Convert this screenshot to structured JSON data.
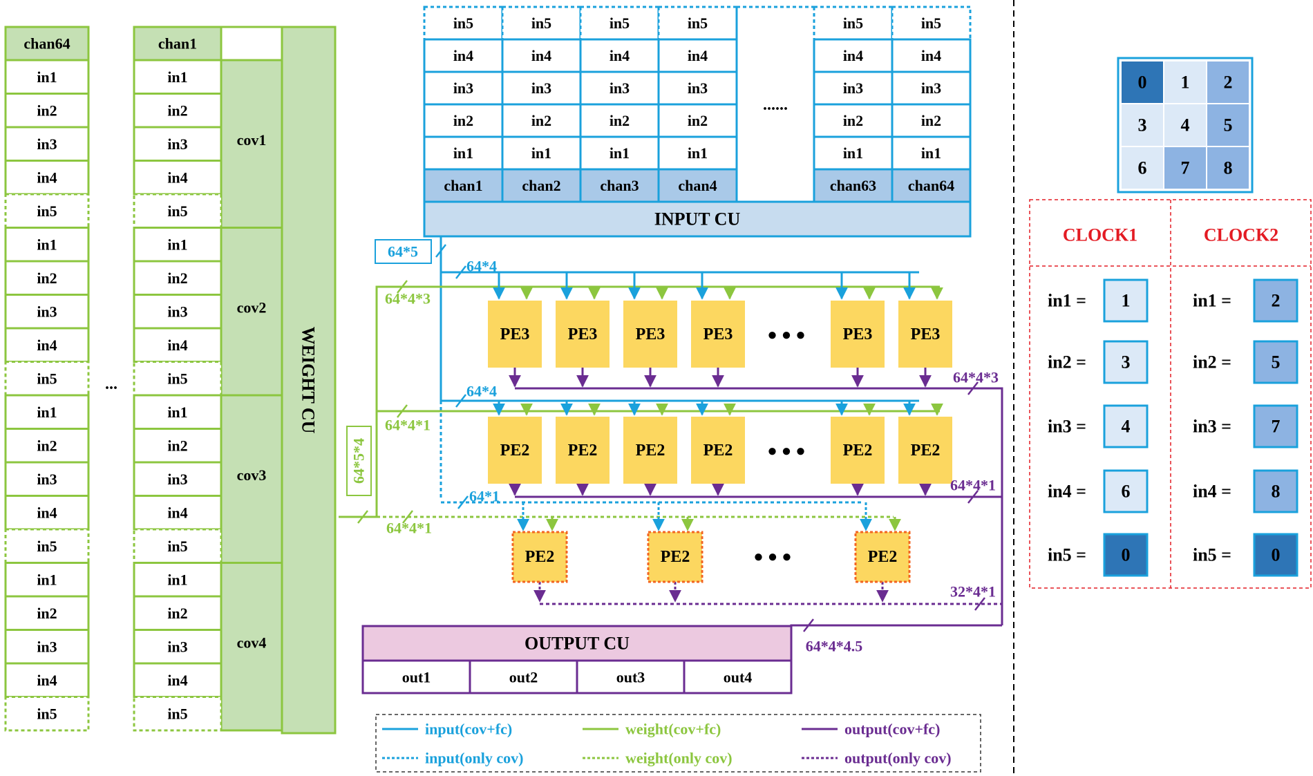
{
  "colors": {
    "input": "#1aa1dc",
    "weight": "#8cc63f",
    "output": "#6a2c91",
    "pe_fill": "#fcd760",
    "pe_dashed_border": "#f26522",
    "input_cu_fill": "#c7dcef",
    "chan_fill": "#a9c9e8",
    "weight_fill": "#c5e0b4",
    "output_cu_fill": "#ecc9e0",
    "clock_red": "#e31b23",
    "grid_dark": "#2e75b6",
    "grid_mid": "#8db3e2",
    "grid_light": "#dce9f7"
  },
  "weight_cu": {
    "label": "WEIGHT CU",
    "col_left_header": "chan64",
    "col_right_header": "chan1",
    "gap_dots": "...",
    "groups": [
      {
        "name": "cov1",
        "rows": [
          "in1",
          "in2",
          "in3",
          "in4",
          "in5"
        ]
      },
      {
        "name": "cov2",
        "rows": [
          "in1",
          "in2",
          "in3",
          "in4",
          "in5"
        ]
      },
      {
        "name": "cov3",
        "rows": [
          "in1",
          "in2",
          "in3",
          "in4",
          "in5"
        ]
      },
      {
        "name": "cov4",
        "rows": [
          "in1",
          "in2",
          "in3",
          "in4",
          "in5"
        ]
      }
    ]
  },
  "input_cu": {
    "label": "INPUT CU",
    "rows": [
      "in5",
      "in4",
      "in3",
      "in2",
      "in1"
    ],
    "channels": [
      "chan1",
      "chan2",
      "chan3",
      "chan4",
      "chan63",
      "chan64"
    ],
    "gap_dots": "......"
  },
  "pe": {
    "row1": [
      "PE3",
      "PE3",
      "PE3",
      "PE3",
      "PE3",
      "PE3"
    ],
    "row2": [
      "PE2",
      "PE2",
      "PE2",
      "PE2",
      "PE2",
      "PE2"
    ],
    "row3": [
      "PE2",
      "PE2",
      "PE2"
    ],
    "dots": "● ● ●"
  },
  "bus_labels": {
    "in_64x5": "64*5",
    "in_64x4_a": "64*4",
    "in_64x4_b": "64*4",
    "in_64x1": "64*1",
    "w_64x4x3": "64*4*3",
    "w_64x4x1_a": "64*4*1",
    "w_64x4x1_b": "64*4*1",
    "w_64x5x4": "64*5*4",
    "o_64x4x3": "64*4*3",
    "o_64x4x1": "64*4*1",
    "o_32x4x1": "32*4*1",
    "o_64x4x4_5": "64*4*4.5"
  },
  "output_cu": {
    "label": "OUTPUT CU",
    "outs": [
      "out1",
      "out2",
      "out3",
      "out4"
    ]
  },
  "legend": {
    "input_solid": "input(cov+fc)",
    "weight_solid": "weight(cov+fc)",
    "output_solid": "output(cov+fc)",
    "input_dotted": "input(only cov)",
    "weight_dotted": "weight(only cov)",
    "output_dotted": "output(only cov)"
  },
  "kernel_grid": {
    "cells": [
      "0",
      "1",
      "2",
      "3",
      "4",
      "5",
      "6",
      "7",
      "8"
    ],
    "shades": [
      "dark",
      "light",
      "mid",
      "light",
      "light",
      "mid",
      "light",
      "mid",
      "mid"
    ]
  },
  "clock_table": {
    "headers": [
      "CLOCK1",
      "CLOCK2"
    ],
    "labels": [
      "in1 =",
      "in2 =",
      "in3 =",
      "in4 =",
      "in5 ="
    ],
    "clock1": [
      "1",
      "3",
      "4",
      "6",
      "0"
    ],
    "clock2": [
      "2",
      "5",
      "7",
      "8",
      "0"
    ]
  }
}
